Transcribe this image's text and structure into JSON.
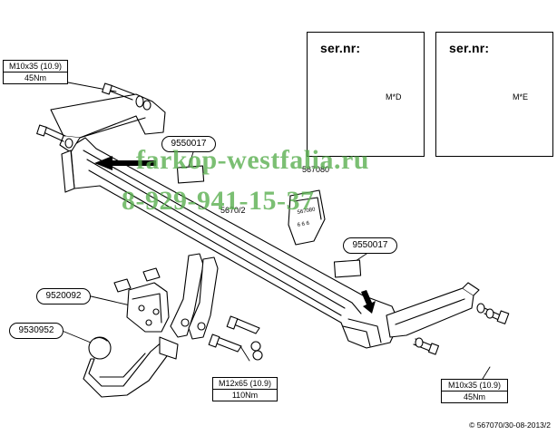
{
  "warnings": [
    {
      "title": "ser.nr:",
      "plate_mark": "M*D"
    },
    {
      "title": "ser.nr:",
      "plate_mark": "M*E"
    }
  ],
  "torque_specs": [
    {
      "spec": "M10x35 (10.9)",
      "torque": "45Nm"
    },
    {
      "spec": "M12x65 (10.9)",
      "torque": "110Nm"
    },
    {
      "spec": "M10x35 (10.9)",
      "torque": "45Nm"
    }
  ],
  "part_labels": {
    "sticker_left": "9550017",
    "sticker_right": "9550017",
    "bracket": "9520092",
    "ball": "9530952",
    "plate_code": "567080",
    "center_code": "5670/2"
  },
  "watermark": {
    "site": "farkop-westfalia.ru",
    "phone": "8-929-941-15-37"
  },
  "footer": "© 567070/30-08-2013/2"
}
